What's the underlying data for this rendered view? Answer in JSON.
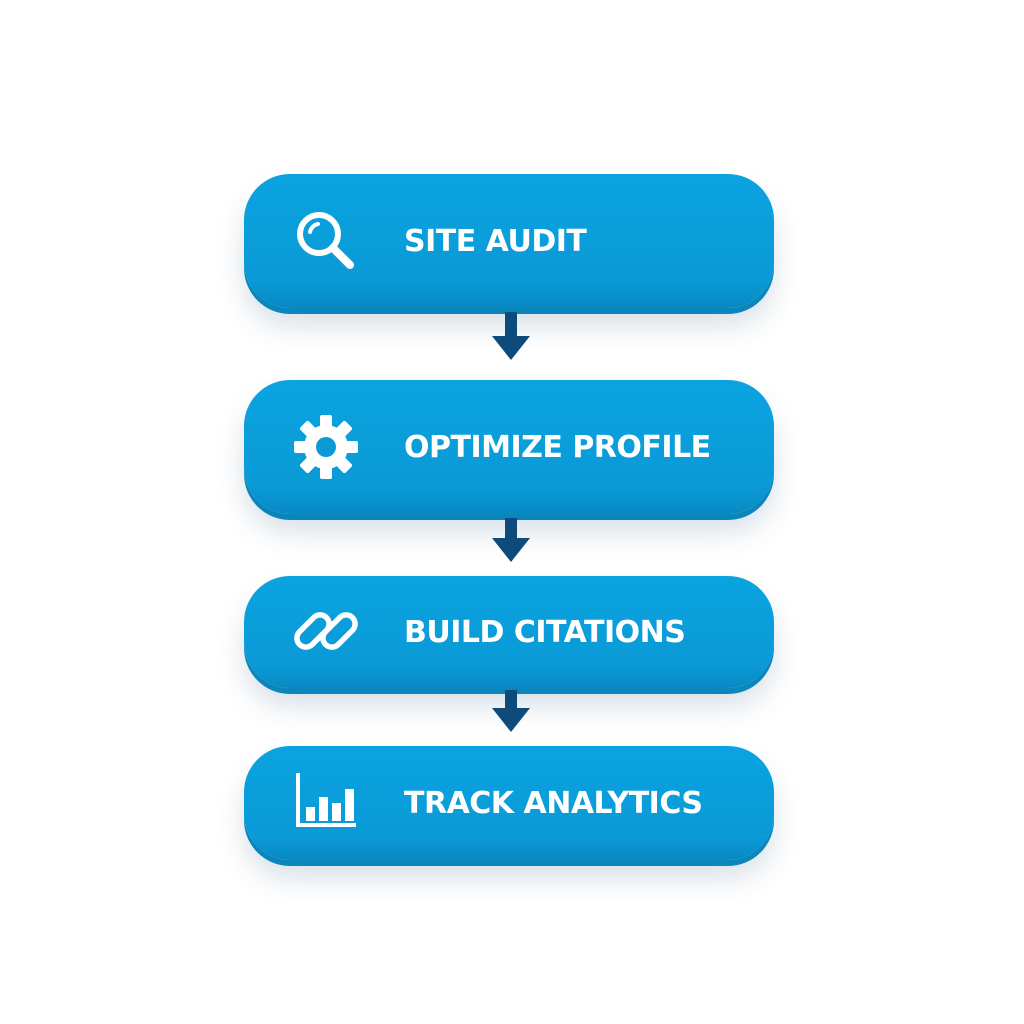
{
  "flow": {
    "steps": [
      {
        "label": "SITE AUDIT",
        "icon": "search-icon"
      },
      {
        "label": "OPTIMIZE PROFILE",
        "icon": "gear-icon"
      },
      {
        "label": "BUILD CITATIONS",
        "icon": "link-icon"
      },
      {
        "label": "TRACK ANALYTICS",
        "icon": "bar-chart-icon"
      }
    ]
  },
  "colors": {
    "step_fill": "#0a9ad6",
    "step_edge": "#0a86bc",
    "arrow": "#0e4a7a",
    "text": "#ffffff",
    "background": "#ffffff"
  }
}
